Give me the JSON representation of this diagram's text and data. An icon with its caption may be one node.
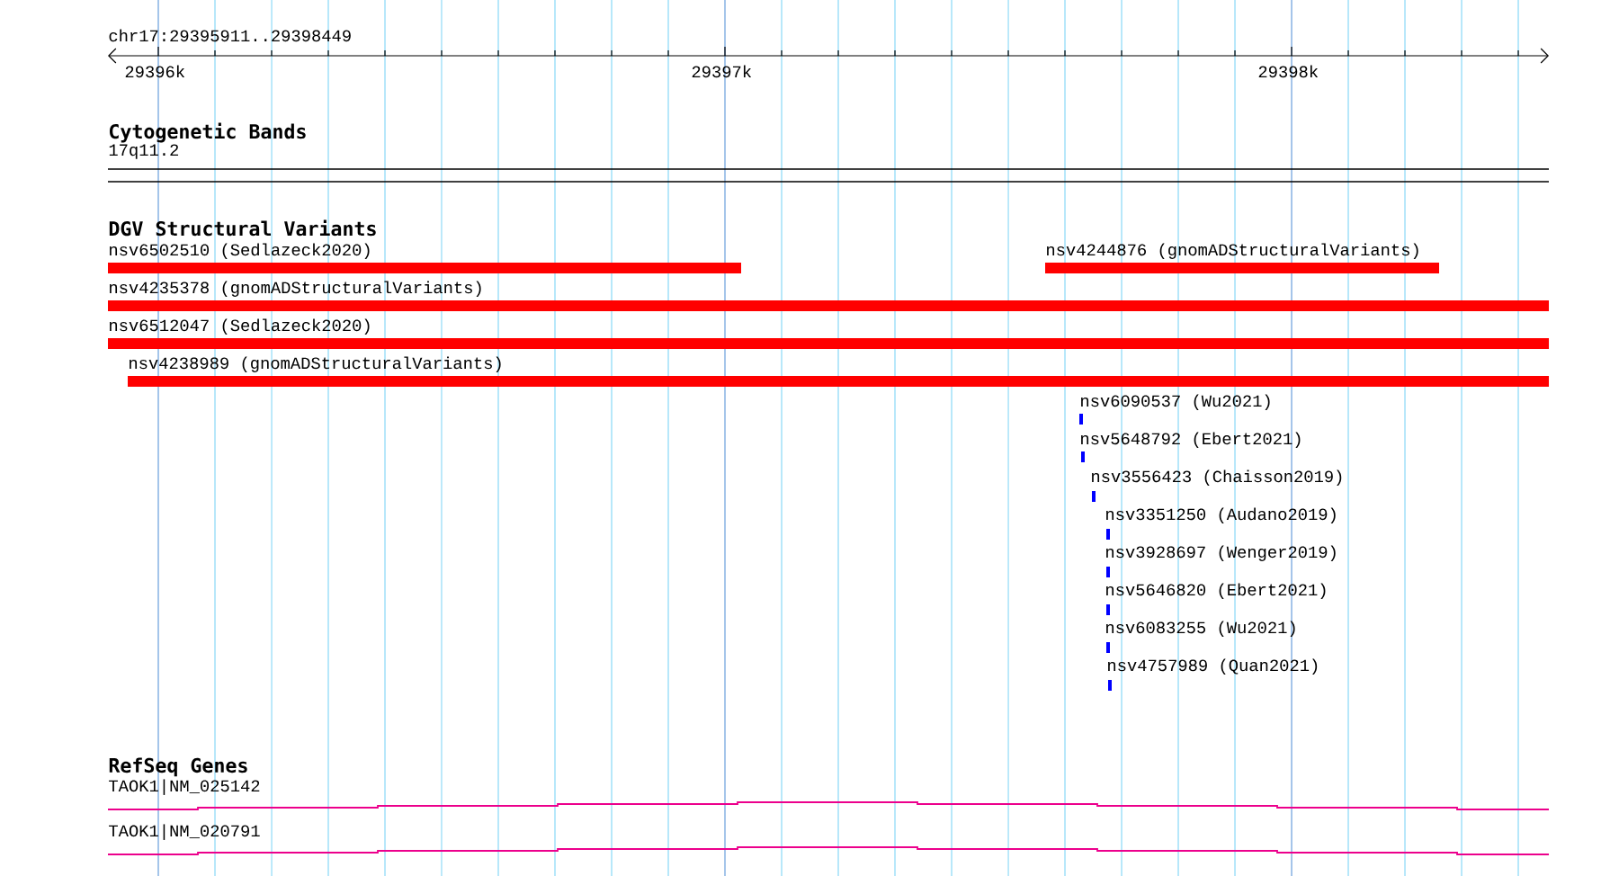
{
  "diagram": {
    "nodes": [
      {
        "text": [
          "nsv6502510 (Sedlazeck2020)"
        ]
      },
      {
        "text": [
          "nsv4244876 (gnomADStructuralVariants)"
        ]
      },
      {
        "text": [
          "nsv4235378 (gnomADStructuralVariants)"
        ]
      },
      {
        "text": [
          "nsv6512047 (Sedlazeck2020)"
        ]
      },
      {
        "text": [
          "nsv4238989 (gnomADStructuralVariants)"
        ]
      },
      {
        "text": [
          "nsv6090537 (Wu2021)"
        ]
      },
      {
        "text": [
          "nsv5648792 (Ebert2021)"
        ]
      },
      {
        "text": [
          "nsv3556423 (Chaisson2019)"
        ]
      },
      {
        "text": [
          "nsv3351250 (Audano2019)"
        ]
      },
      {
        "text": [
          "nsv3928697 (Wenger2019)"
        ]
      },
      {
        "text": [
          "nsv5646820 (Ebert2021)"
        ]
      },
      {
        "text": [
          "nsv6083255 (Wu2021)"
        ]
      },
      {
        "text": [
          "nsv4757989 (Quan2021)"
        ]
      },
      {
        "text": [
          "TAOK1|NM_025142"
        ]
      },
      {
        "text": [
          "TAOK1|NM_020791"
        ]
      }
    ],
    "labels": [
      "chr17:29395911..29398449",
      "29396k",
      "29397k",
      "29398k",
      "Cytogenetic Bands",
      "17q11.2",
      "DGV Structural Variants",
      "RefSeq Genes"
    ]
  }
}
